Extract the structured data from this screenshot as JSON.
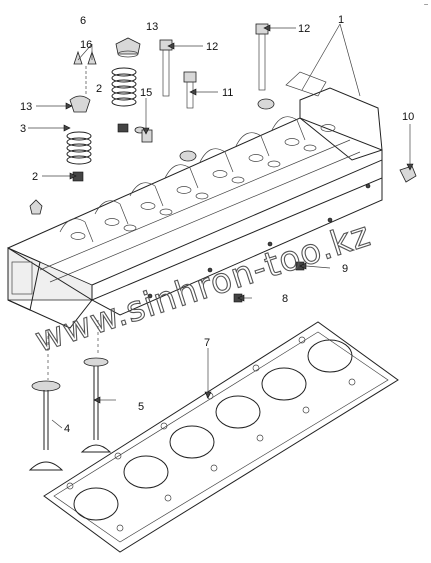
{
  "callouts": [
    {
      "num": "1"
    },
    {
      "num": "2"
    },
    {
      "num": "2"
    },
    {
      "num": "3"
    },
    {
      "num": "4"
    },
    {
      "num": "5"
    },
    {
      "num": "6"
    },
    {
      "num": "7"
    },
    {
      "num": "8"
    },
    {
      "num": "9"
    },
    {
      "num": "10"
    },
    {
      "num": "11"
    },
    {
      "num": "12"
    },
    {
      "num": "12"
    },
    {
      "num": "13"
    },
    {
      "num": "13"
    },
    {
      "num": "15"
    },
    {
      "num": "16"
    }
  ],
  "watermark": "www.sinhron-too.kz",
  "corner_mark": "–"
}
